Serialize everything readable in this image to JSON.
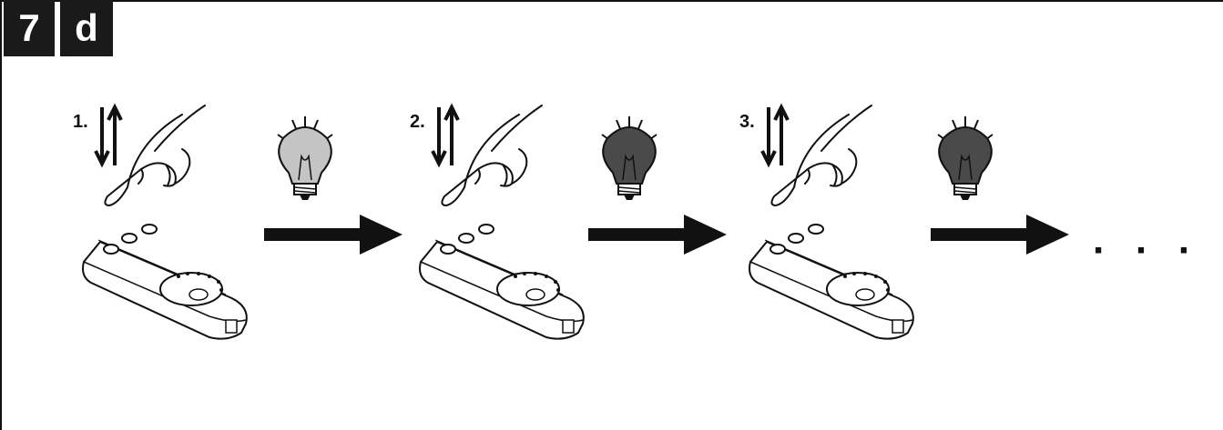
{
  "header": {
    "section_number": "7",
    "section_letter": "d"
  },
  "steps": [
    {
      "label": "1.",
      "bulb_color": "#c4c4c4"
    },
    {
      "label": "2.",
      "bulb_color": "#8a8a8a"
    },
    {
      "label": "3.",
      "bulb_color": "#4a4a4a"
    }
  ],
  "continuation": "· · · ·",
  "colors": {
    "ink": "#111111",
    "badge_background": "#1a1a1a"
  },
  "icons": [
    "hand-pressing-remote-icon",
    "up-down-arrows-icon",
    "light-bulb-icon",
    "right-arrow-icon"
  ]
}
